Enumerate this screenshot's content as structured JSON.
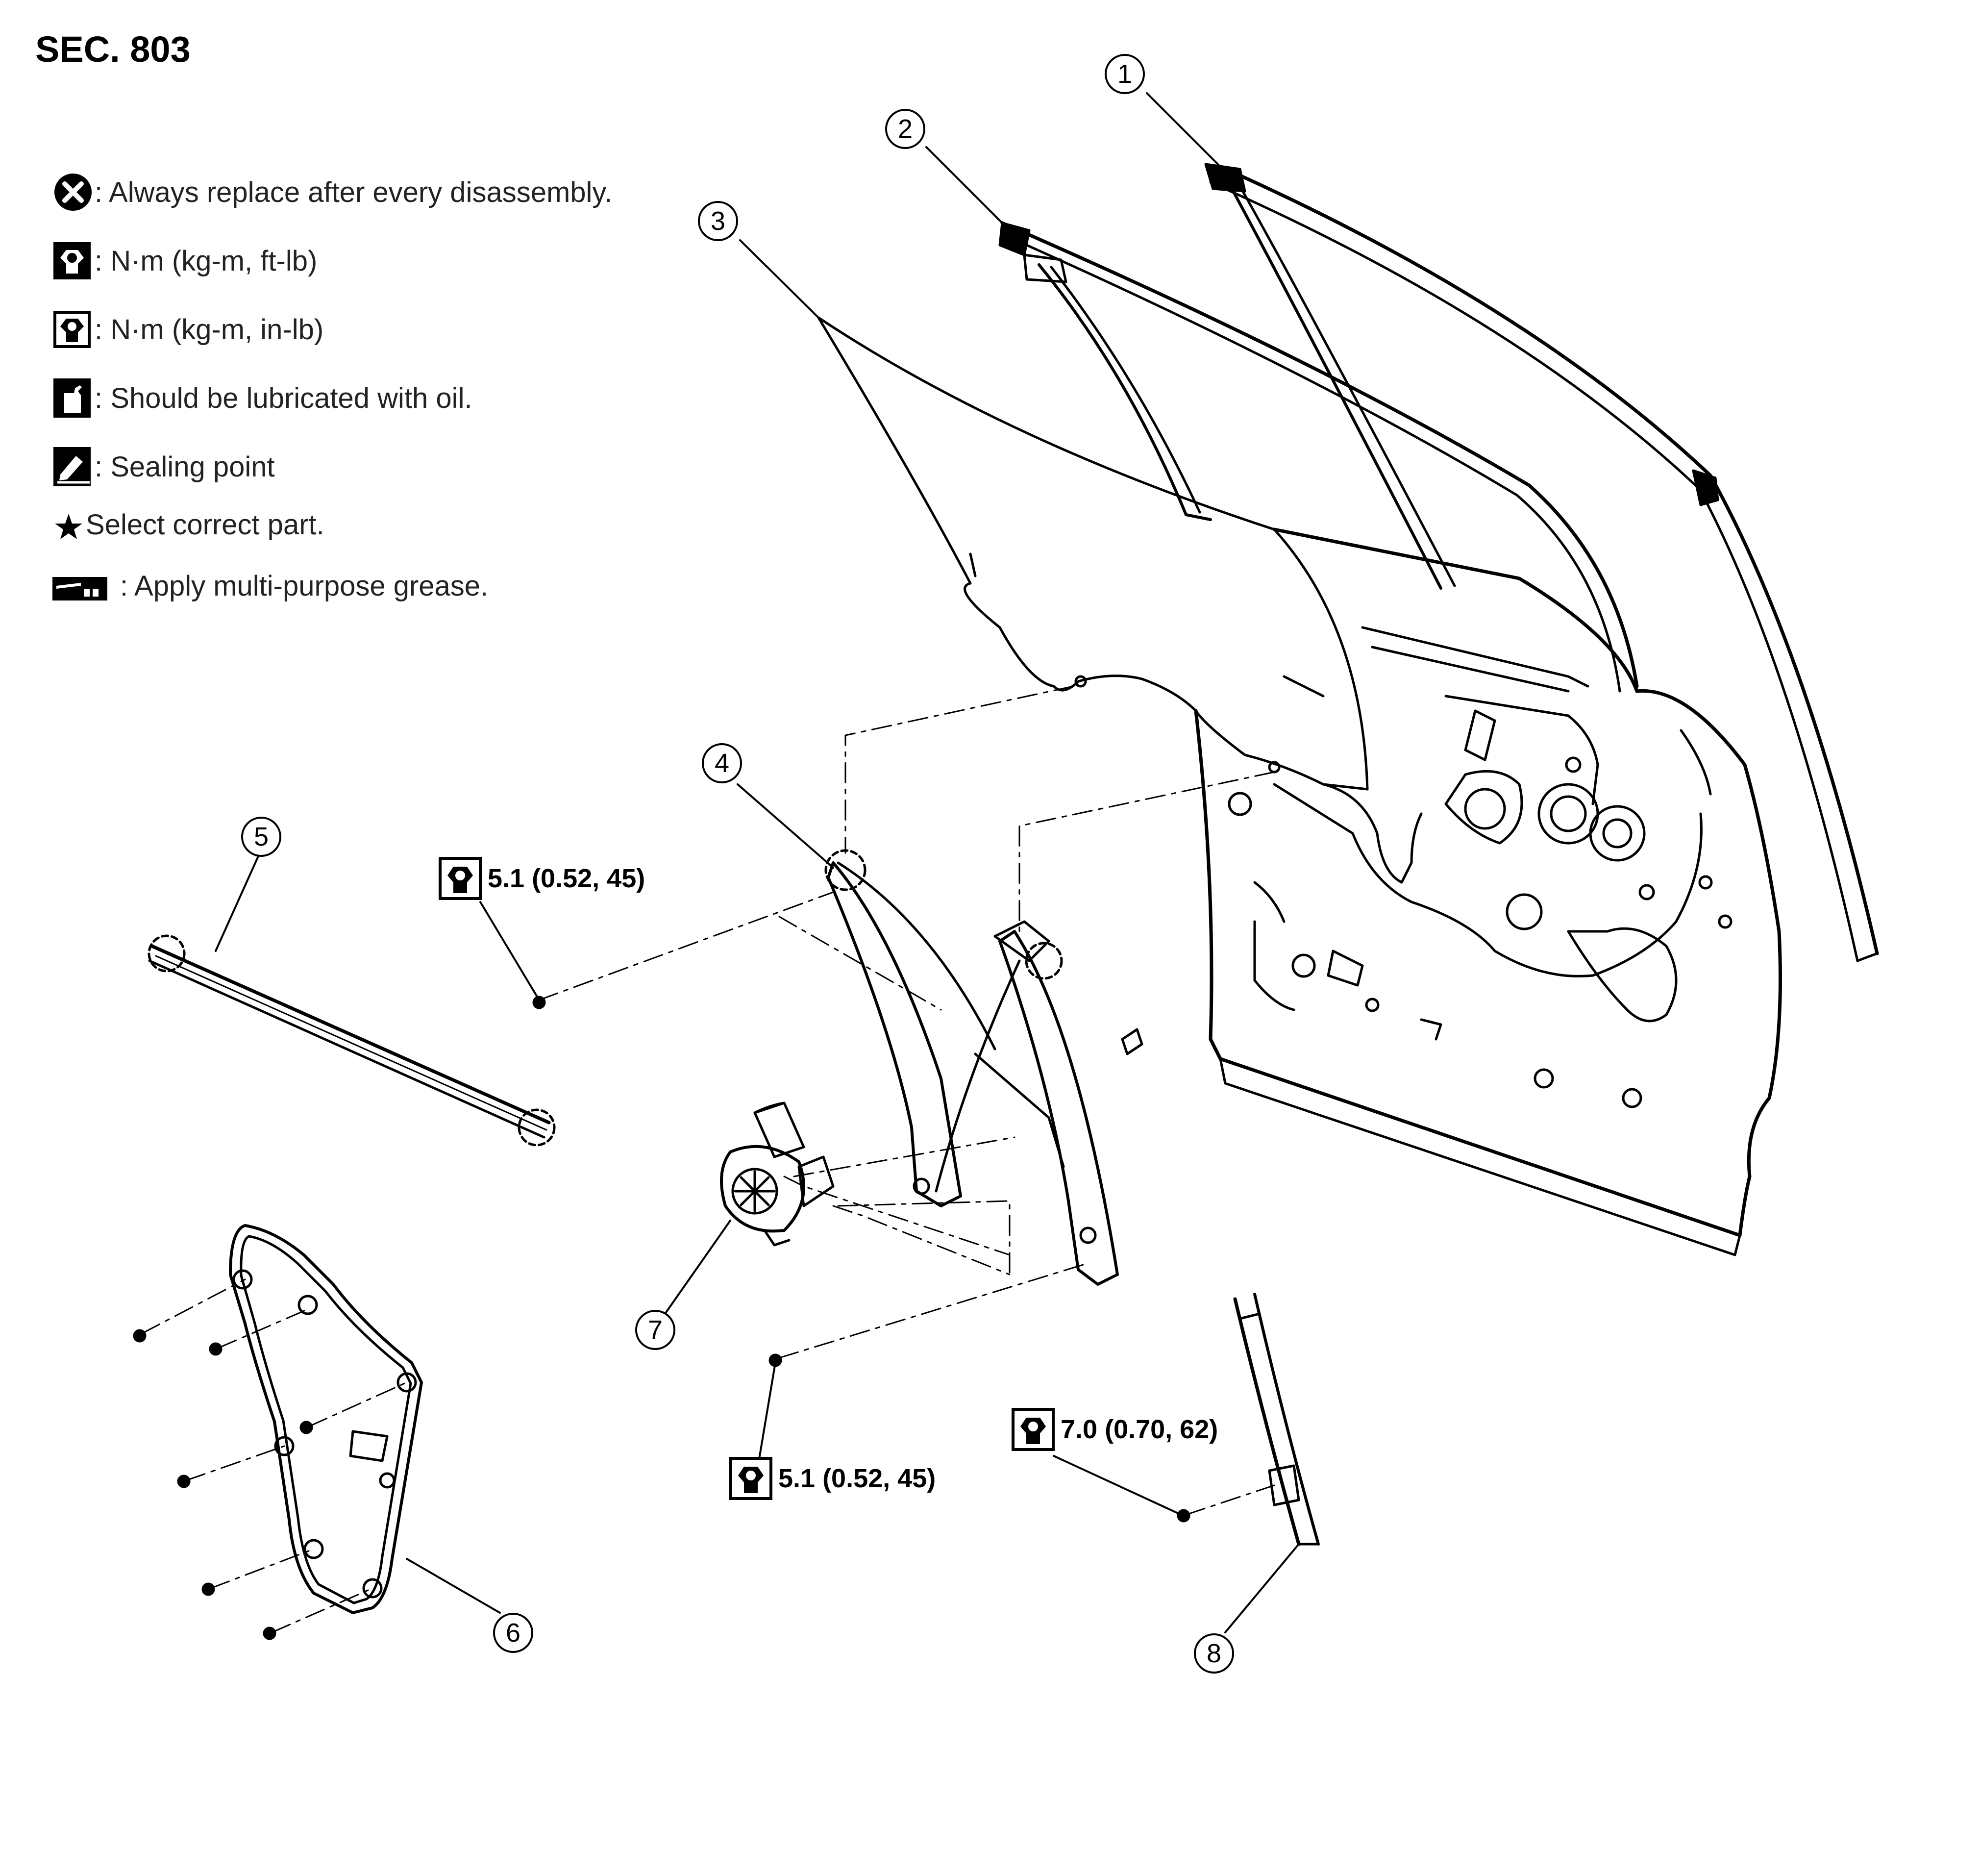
{
  "section": "SEC. 803",
  "legend": [
    {
      "icon": "replace-icon",
      "text": ": Always replace after every disassembly."
    },
    {
      "icon": "torque-ft-lb-icon",
      "text": ": N·m (kg-m, ft-lb)"
    },
    {
      "icon": "torque-in-lb-icon",
      "text": ": N·m (kg-m, in-lb)"
    },
    {
      "icon": "oil-can-icon",
      "text": ": Should be lubricated with oil."
    },
    {
      "icon": "sealing-point-icon",
      "text": ": Sealing point"
    },
    {
      "icon": "star-icon",
      "text": "Select correct part."
    },
    {
      "icon": "grease-icon",
      "text": ": Apply multi-purpose grease."
    }
  ],
  "callouts": [
    "1",
    "2",
    "3",
    "4",
    "5",
    "6",
    "7",
    "8"
  ],
  "torque_specs": [
    {
      "icon": "torque-in-lb-icon",
      "text": "5.1 (0.52, 45)"
    },
    {
      "icon": "torque-in-lb-icon",
      "text": "5.1 (0.52, 45)"
    },
    {
      "icon": "torque-in-lb-icon",
      "text": "7.0 (0.70, 62)"
    }
  ]
}
